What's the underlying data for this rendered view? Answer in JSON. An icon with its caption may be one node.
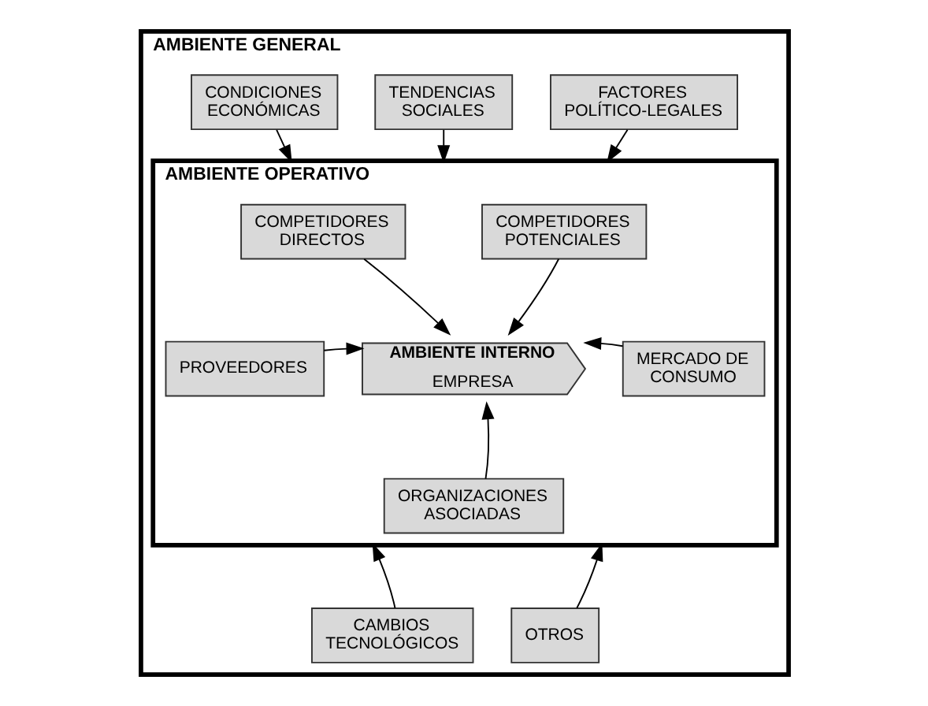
{
  "diagram": {
    "nodes": [
      {
        "text": [
          "AMBIENTE GENERAL"
        ]
      },
      {
        "text": [
          "CONDICIONES ECONÓMICAS"
        ],
        "in": 0
      },
      {
        "text": [
          "TENDENCIAS SOCIALES"
        ],
        "in": 0
      },
      {
        "text": [
          "FACTORES POLÍTICO-LEGALES"
        ],
        "in": 0
      },
      {
        "text": [
          "AMBIENTE OPERATIVO"
        ],
        "in": 0
      },
      {
        "text": [
          "COMPETIDORES DIRECTOS"
        ],
        "in": 4
      },
      {
        "text": [
          "COMPETIDORES POTENCIALES"
        ],
        "in": 4
      },
      {
        "text": [
          "AMBIENTE INTERNO",
          "EMPRESA"
        ],
        "in": 4
      },
      {
        "text": [
          "PROVEEDORES"
        ],
        "in": 4
      },
      {
        "text": [
          "MERCADO DE CONSUMO"
        ],
        "in": 4
      },
      {
        "text": [
          "ORGANIZACIONES ASOCIADAS"
        ],
        "in": 4
      },
      {
        "text": [
          "CAMBIOS TECNOLÓGICOS"
        ],
        "in": 0
      },
      {
        "text": [
          "OTROS"
        ],
        "in": 0
      }
    ],
    "edges": [
      {
        "from": 1,
        "to": 4,
        "arrow": "to"
      },
      {
        "from": 2,
        "to": 4,
        "arrow": "to"
      },
      {
        "from": 3,
        "to": 4,
        "arrow": "to"
      },
      {
        "from": 5,
        "to": 7,
        "arrow": "to"
      },
      {
        "from": 6,
        "to": 7,
        "arrow": "to"
      },
      {
        "from": 8,
        "to": 7,
        "arrow": "to"
      },
      {
        "from": 9,
        "to": 7,
        "arrow": "to"
      },
      {
        "from": 10,
        "to": 7,
        "arrow": "to"
      },
      {
        "from": 11,
        "to": 4,
        "arrow": "to"
      },
      {
        "from": 12,
        "to": 4,
        "arrow": "to"
      }
    ]
  }
}
